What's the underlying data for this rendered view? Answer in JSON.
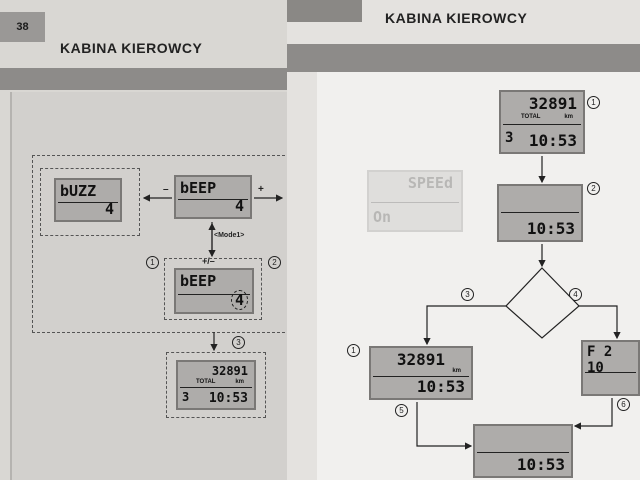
{
  "left_page": {
    "page_number": "38",
    "title": "KABINA KIEROWCY",
    "buzz_display": {
      "top": "bUZZ",
      "bottom": "4"
    },
    "beep_display": {
      "top": "bEEP",
      "bottom": "4"
    },
    "beep_adjust_display": {
      "top": "bEEP",
      "bottom": "4"
    },
    "minus_label": "–",
    "plus_label": "+",
    "mode_label": "<Mode1>",
    "plus_minus_label": "+/–",
    "marker_1": "1",
    "marker_2": "2",
    "marker_3": "3",
    "result_display": {
      "odo": "32891",
      "total": "TOTAL",
      "km": "km",
      "trip": "3",
      "time": "10:53"
    }
  },
  "right_page": {
    "title": "KABINA KIEROWCY",
    "main_display": {
      "odo": "32891",
      "total": "TOTAL",
      "km": "km",
      "trip": "3",
      "time": "10:53"
    },
    "second_display": {
      "time": "10:53"
    },
    "faded_display": {
      "top": "SPEEd",
      "bottom": "On"
    },
    "left_result_display": {
      "odo": "32891",
      "km": "km",
      "time": "10:53"
    },
    "right_result_display": {
      "top": "F 2 10"
    },
    "bottom_display": {
      "time": "10:53"
    },
    "marker_1": "1",
    "marker_2": "2",
    "marker_3": "3",
    "marker_4": "4",
    "marker_5": "5",
    "marker_6": "6"
  },
  "colors": {
    "lcd": "#aeacaa",
    "page_left": "#d9d7d3",
    "page_right": "#e4e2df",
    "band": "#8d8b89"
  }
}
